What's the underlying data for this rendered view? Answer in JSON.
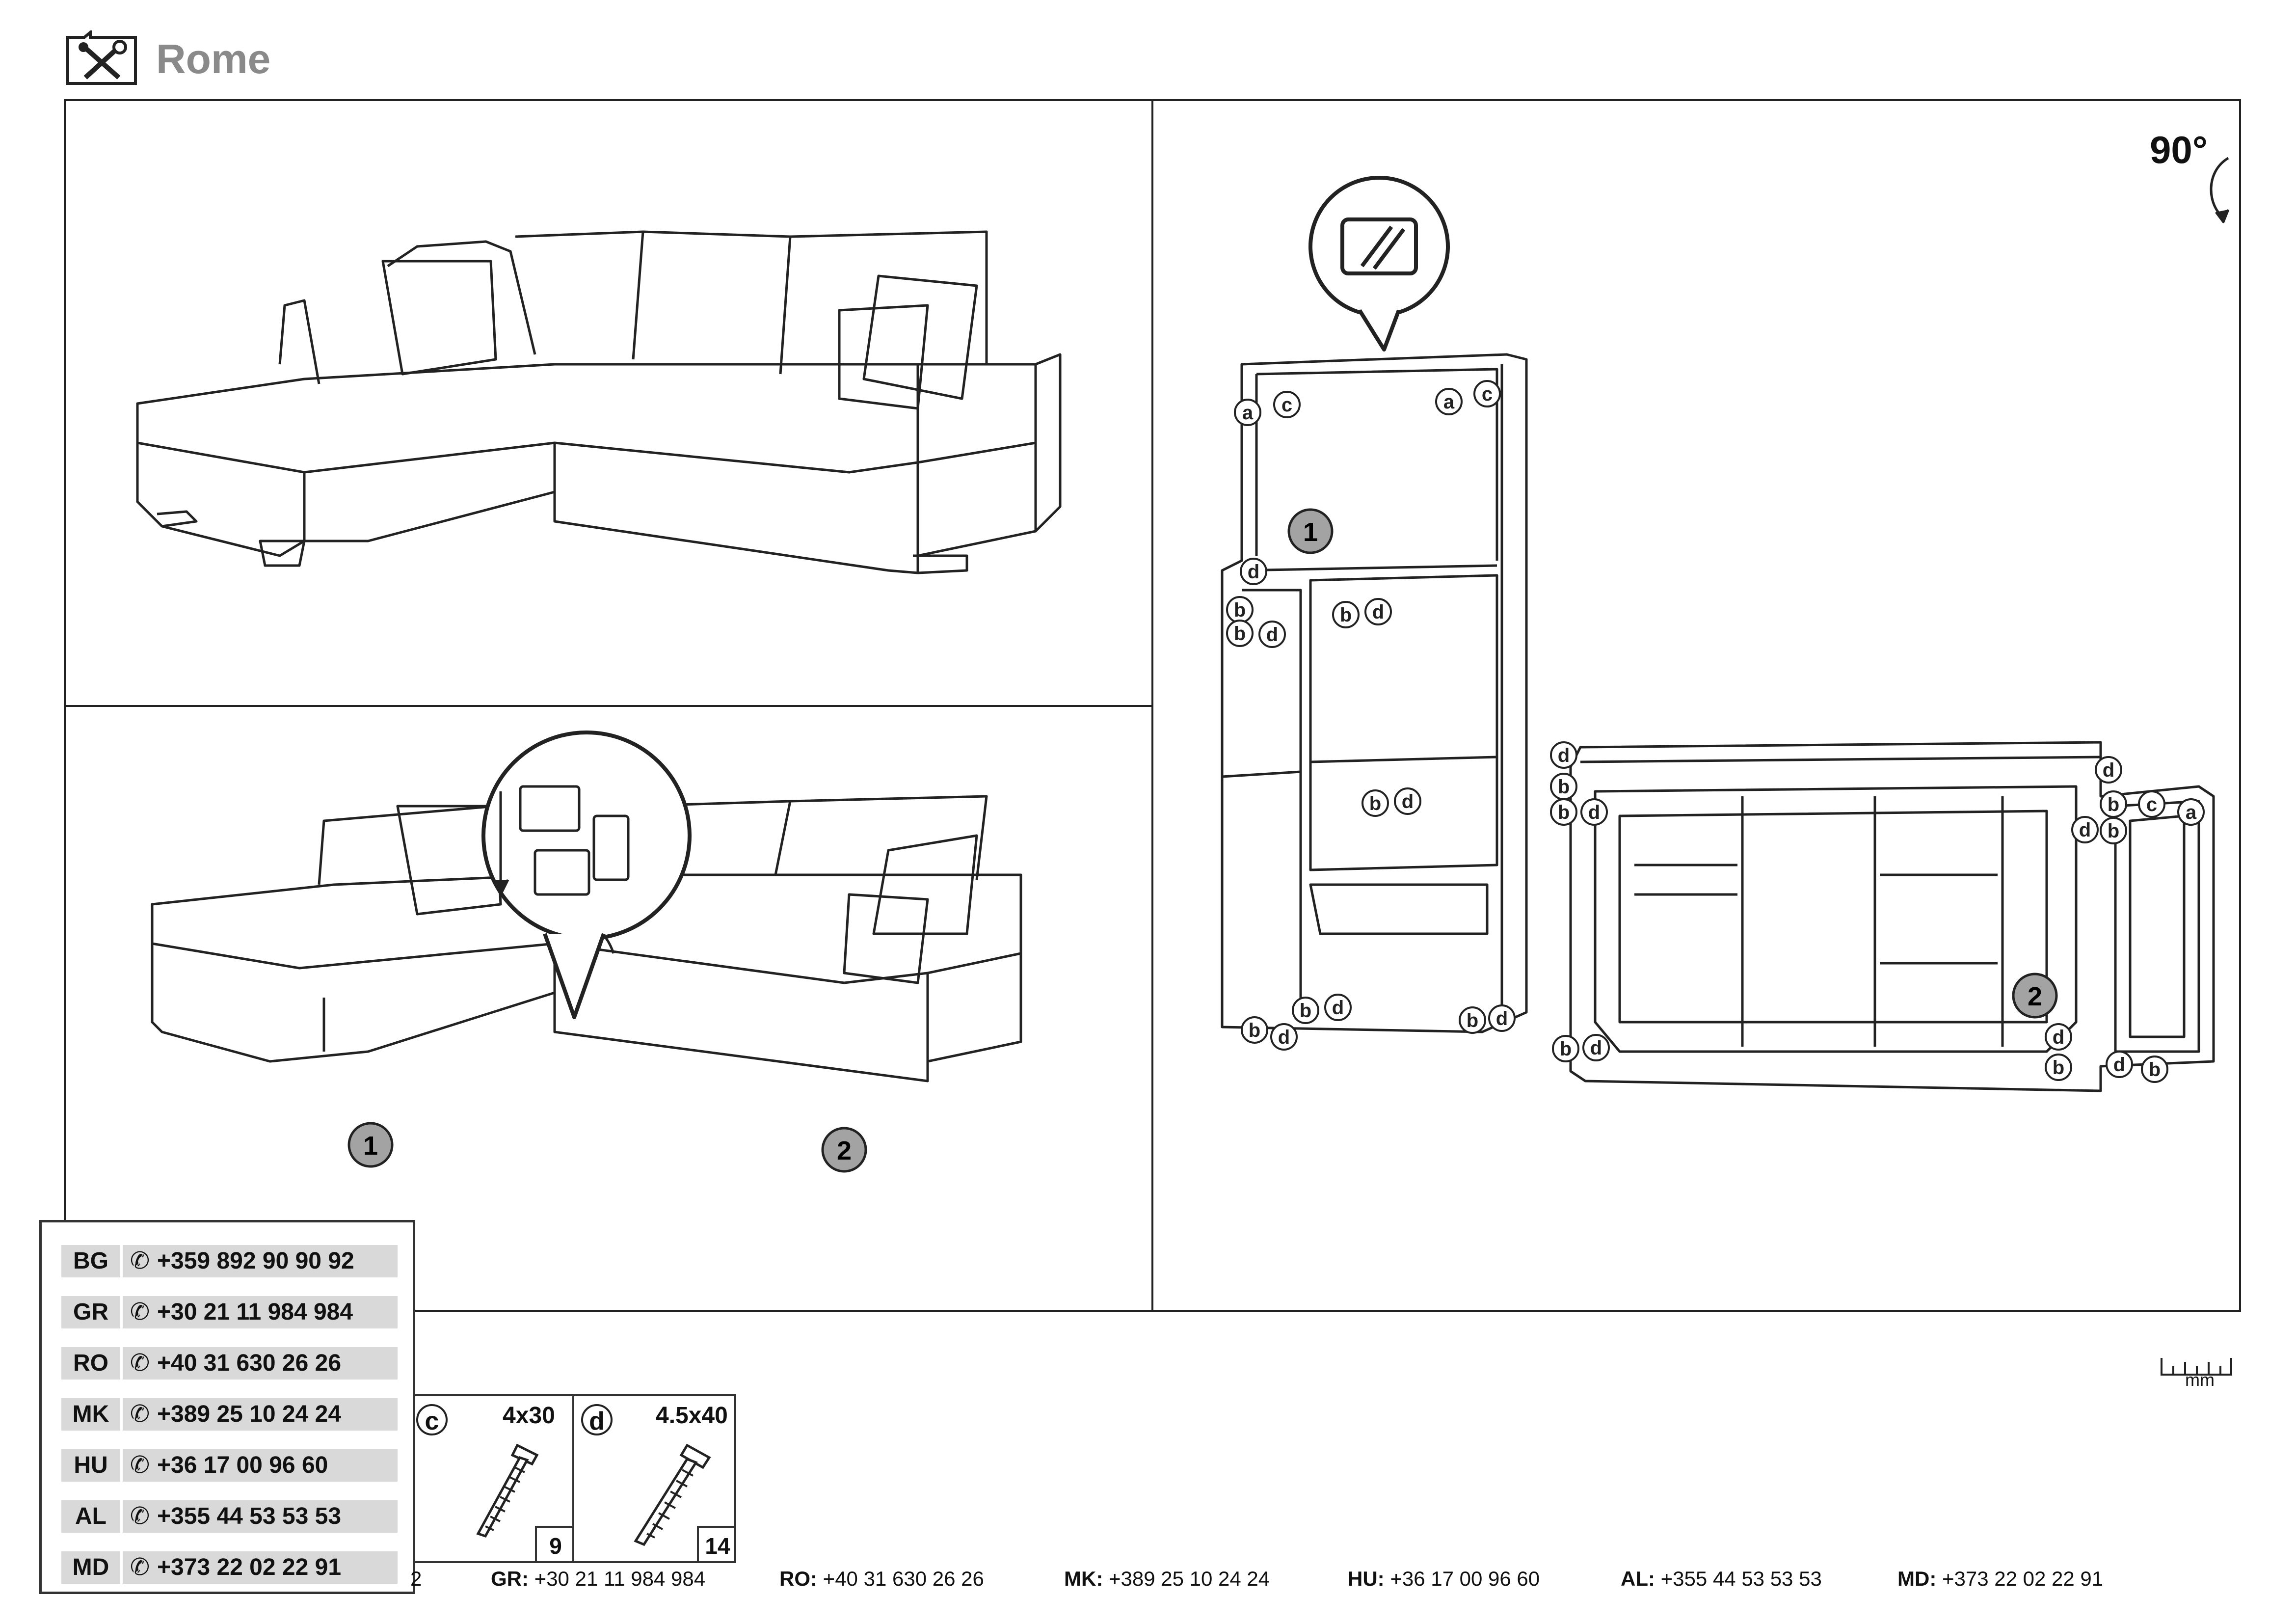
{
  "title": "Rome",
  "rotation_label": "90°",
  "scale_label": "mm",
  "callout_numbers": {
    "one": "1",
    "two": "2"
  },
  "hardware_labels": {
    "a": "a",
    "b": "b",
    "c": "c",
    "d": "d"
  },
  "screws": [
    {
      "letter": "c",
      "size": "4x30",
      "qty": "9"
    },
    {
      "letter": "d",
      "size": "4.5x40",
      "qty": "14"
    }
  ],
  "phones": [
    {
      "code": "BG",
      "number": "+359 892 90 90 92"
    },
    {
      "code": "GR",
      "number": "+30 21 11 984 984"
    },
    {
      "code": "RO",
      "number": "+40 31 630 26 26"
    },
    {
      "code": "MK",
      "number": "+389 25 10 24 24"
    },
    {
      "code": "HU",
      "number": "+36 17 00 96 60"
    },
    {
      "code": "AL",
      "number": "+355 44 53 53 53"
    },
    {
      "code": "MD",
      "number": "+373 22 02 22 91"
    }
  ],
  "footer": {
    "bg_tail": "2",
    "gr": {
      "code": "GR:",
      "number": "+30 21 11 984 984"
    },
    "ro": {
      "code": "RO:",
      "number": "+40 31 630 26 26"
    },
    "mk": {
      "code": "MK:",
      "number": "+389 25 10 24 24"
    },
    "hu": {
      "code": "HU:",
      "number": "+36 17 00 96 60"
    },
    "al": {
      "code": "AL:",
      "number": "+355 44 53 53 53"
    },
    "md": {
      "code": "MD:",
      "number": "+373 22 02 22 91"
    }
  }
}
